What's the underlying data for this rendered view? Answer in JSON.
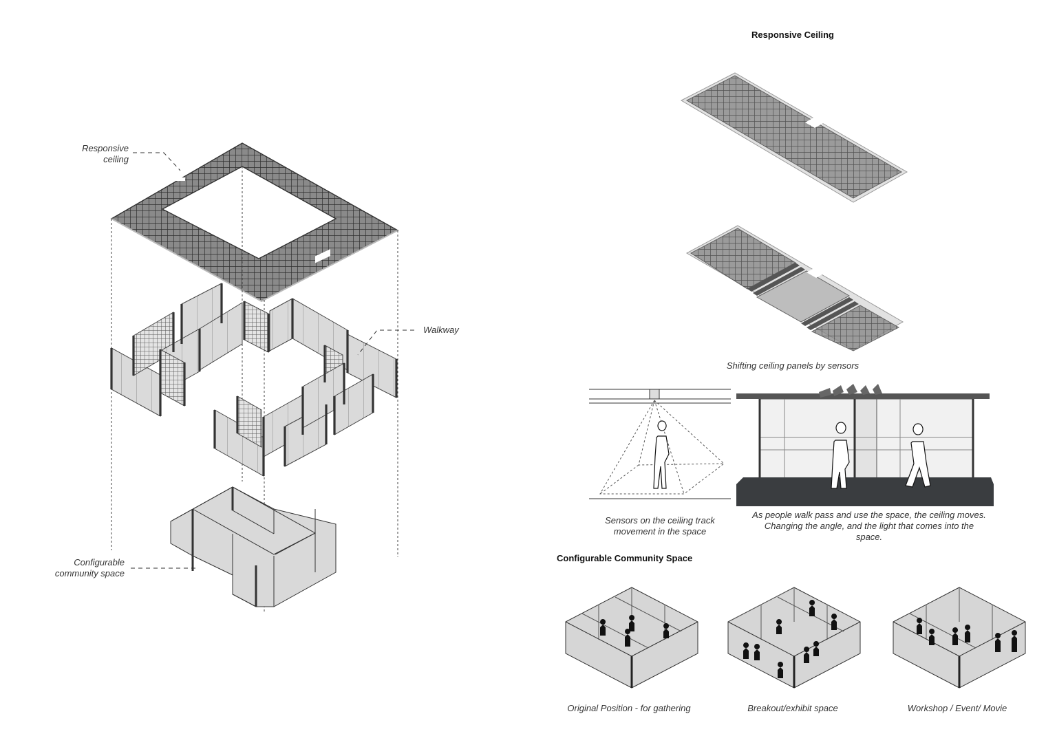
{
  "exploded_axonometric": {
    "labels": {
      "ceiling": [
        "Responsive",
        "ceiling"
      ],
      "walkway": "Walkway",
      "community": [
        "Configurable",
        "community space"
      ]
    }
  },
  "responsive_ceiling": {
    "title": "Responsive Ceiling",
    "caption": "Shifting ceiling panels by sensors"
  },
  "sensor_section": {
    "caption_left": [
      "Sensors on the ceiling track",
      "movement in the space"
    ],
    "caption_right": [
      "As people walk pass and use the space, the ceiling moves.",
      "Changing the angle, and the light that comes into the",
      "space."
    ]
  },
  "configurable_space": {
    "title": "Configurable Community Space",
    "configs": [
      {
        "caption": "Original Position - for gathering"
      },
      {
        "caption": "Breakout/exhibit space"
      },
      {
        "caption": "Workshop / Event/ Movie"
      }
    ]
  },
  "colors": {
    "panel_fill": "#d6d6d6",
    "grid_dark": "#555555",
    "base_dark": "#3a3d40",
    "line": "#333333"
  }
}
